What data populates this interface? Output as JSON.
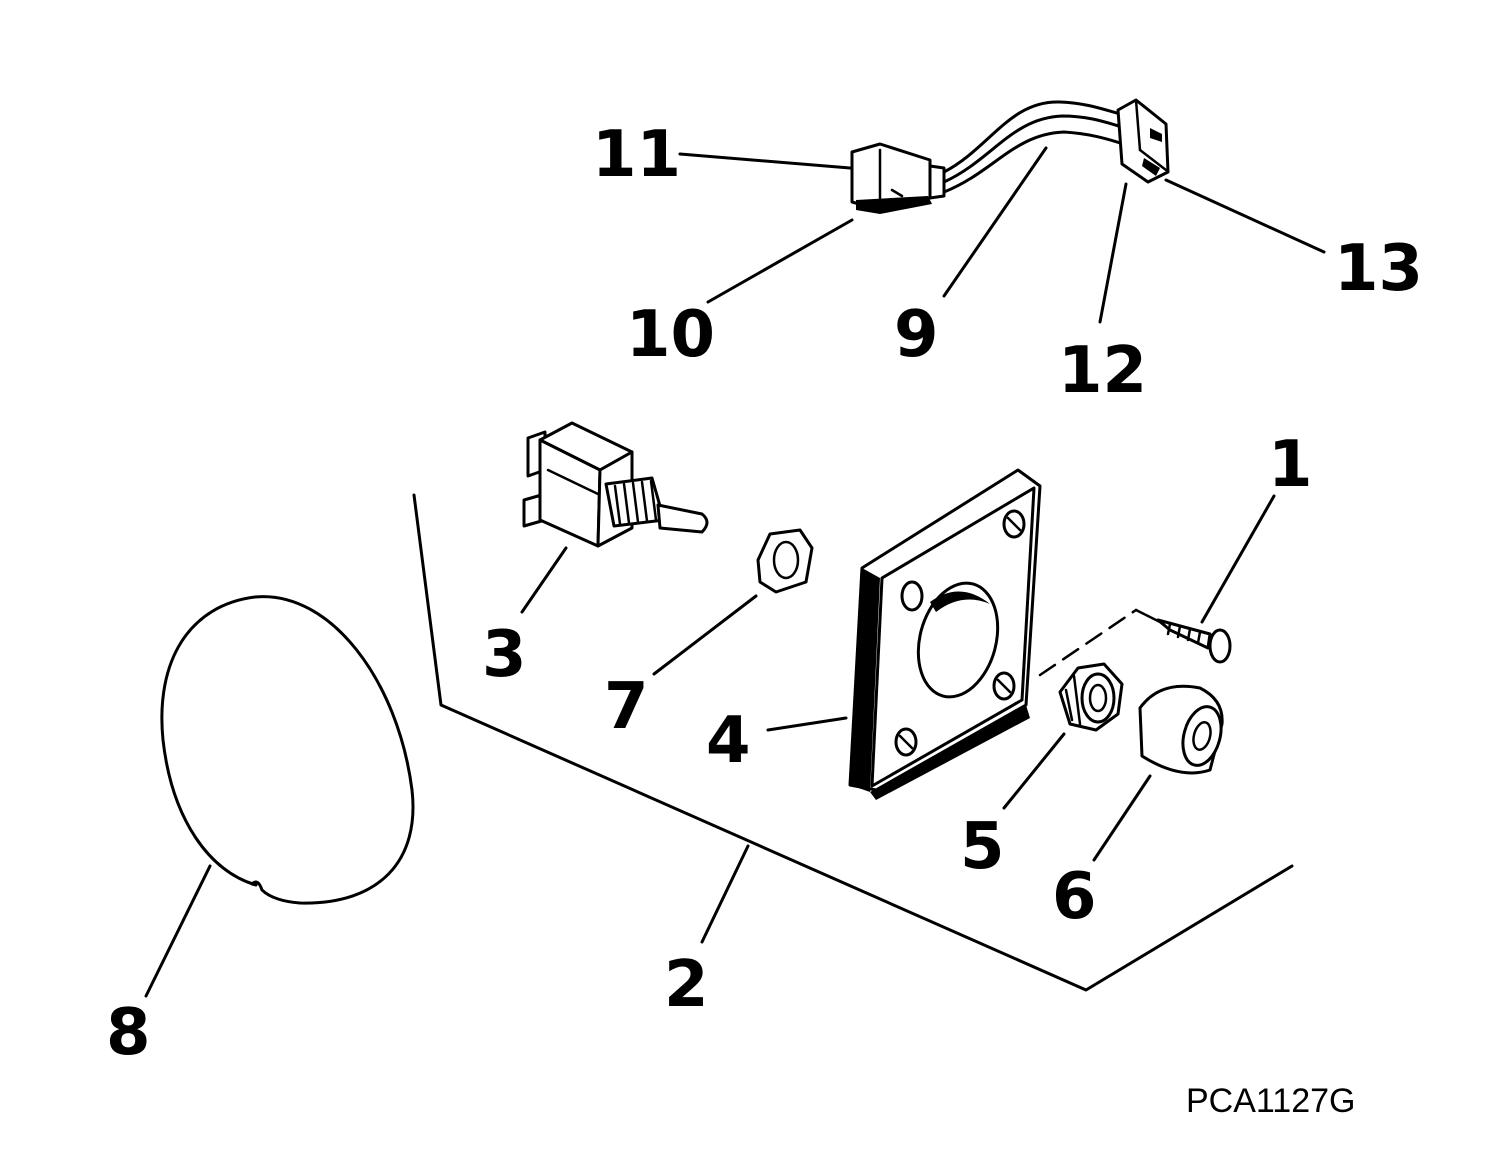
{
  "figure_id": "PCA1127G",
  "callouts": [
    {
      "id": "c1",
      "label": "1"
    },
    {
      "id": "c2",
      "label": "2"
    },
    {
      "id": "c3",
      "label": "3"
    },
    {
      "id": "c4",
      "label": "4"
    },
    {
      "id": "c5",
      "label": "5"
    },
    {
      "id": "c6",
      "label": "6"
    },
    {
      "id": "c7",
      "label": "7"
    },
    {
      "id": "c8",
      "label": "8"
    },
    {
      "id": "c9",
      "label": "9"
    },
    {
      "id": "c10",
      "label": "10"
    },
    {
      "id": "c11",
      "label": "11"
    },
    {
      "id": "c12",
      "label": "12"
    },
    {
      "id": "c13",
      "label": "13"
    }
  ],
  "colors": {
    "line": "#000000",
    "background": "#ffffff"
  }
}
